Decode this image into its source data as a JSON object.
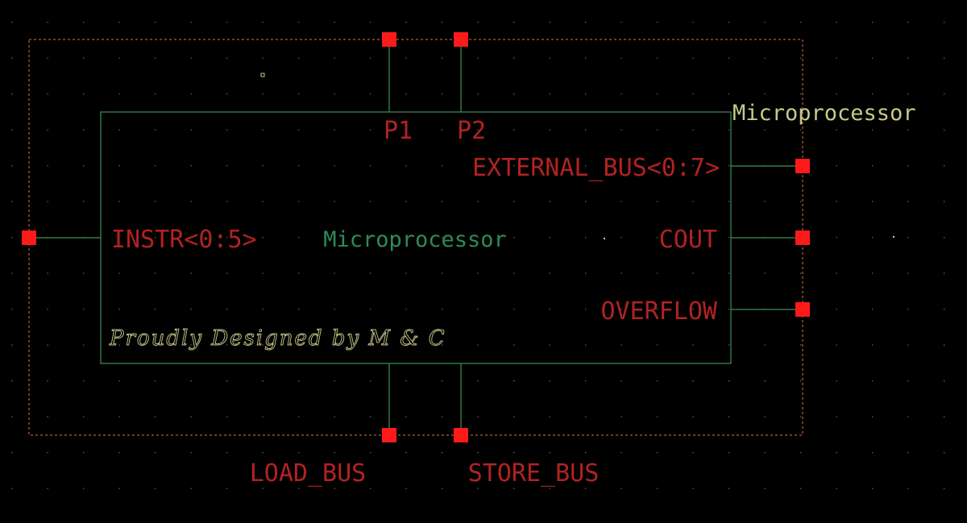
{
  "app": {
    "view": "schematic symbol editor",
    "background_color": "#000000"
  },
  "colors": {
    "boundary_dashed": "#e0704a",
    "symbol_body": "#3f8f5a",
    "wire": "#3f8f5a",
    "pin_square": "#ff1a1a",
    "pin_label": "#b22222",
    "cell_name": "#2e8b57",
    "instance_label": "#c8c88a",
    "signature": "#c8c88a",
    "grid_dot": "#6b6b6b"
  },
  "symbol": {
    "instance_label": "Microprocessor",
    "cell_name": "Microprocessor",
    "signature": "Proudly Designed by M & C"
  },
  "pins": {
    "top": [
      {
        "id": "p1",
        "label": "P1"
      },
      {
        "id": "p2",
        "label": "P2"
      }
    ],
    "left": [
      {
        "id": "instr",
        "label": "INSTR<0:5>"
      }
    ],
    "right": [
      {
        "id": "external_bus",
        "label": "EXTERNAL_BUS<0:7>"
      },
      {
        "id": "cout",
        "label": "COUT"
      },
      {
        "id": "overflow",
        "label": "OVERFLOW"
      }
    ],
    "bottom": [
      {
        "id": "load_bus",
        "label": "LOAD_BUS"
      },
      {
        "id": "store_bus",
        "label": "STORE_BUS"
      }
    ]
  }
}
